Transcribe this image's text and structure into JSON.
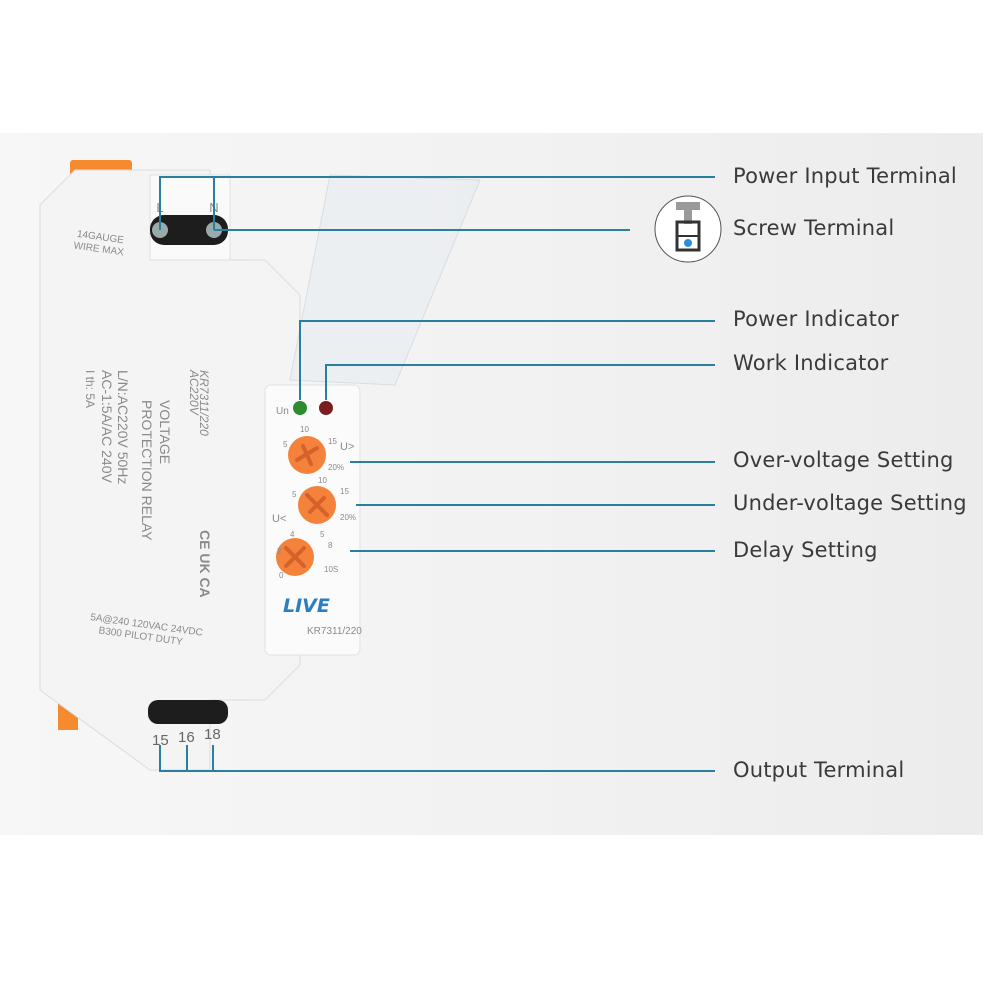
{
  "labels": {
    "power_input": "Power Input Terminal",
    "screw": "Screw Terminal",
    "power_indicator": "Power Indicator",
    "work_indicator": "Work Indicator",
    "over_voltage": "Over-voltage Setting",
    "under_voltage": "Under-voltage Setting",
    "delay": "Delay Setting",
    "output": "Output Terminal"
  },
  "device": {
    "terminal_L": "L",
    "terminal_N": "N",
    "wire_gauge": [
      "14GAUGE",
      "WIRE MAX"
    ],
    "model_side": "KR7311/220",
    "voltage_side": "AC220V",
    "title_1": "VOLTAGE",
    "title_2": "PROTECTION RELAY",
    "spec_1": "L/N:AC220V 50Hz",
    "spec_2": "AC-1:5A/AC 240V",
    "spec_3": "I th: 5A",
    "rating_1": "5A@240 120VAC 24VDC",
    "rating_2": "B300 PILOT DUTY",
    "cert": "CE UK CA",
    "un_label": "Un",
    "over_symbol": "U>",
    "under_symbol": "U<",
    "over_scale": [
      "5",
      "10",
      "15",
      "20%"
    ],
    "under_scale": [
      "5",
      "10",
      "15",
      "20%"
    ],
    "delay_scale": [
      "0",
      "2",
      "4",
      "5",
      "8",
      "10S"
    ],
    "brand": "LIVE",
    "model_front": "KR7311/220",
    "out_15": "15",
    "out_16": "16",
    "out_18": "18"
  },
  "colors": {
    "line": "#2b7f9e",
    "knob": "#f5823a",
    "power_led": "#2e8b2e",
    "work_led": "#7a1f1f",
    "brand": "#2a7fc0"
  }
}
